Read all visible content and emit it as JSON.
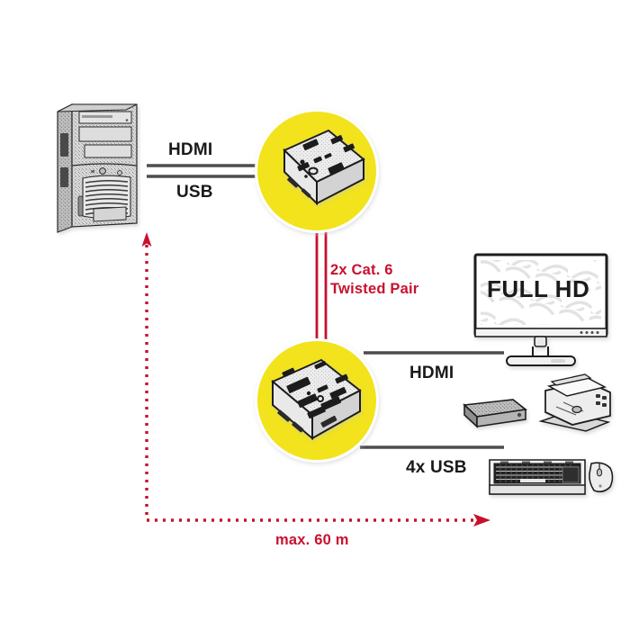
{
  "diagram": {
    "title": "HDMI and USB KVM extender over 2x Cat. 6 twisted pair application diagram",
    "background_color": "#FFFFFF",
    "accent_yellow": "#F2E31C",
    "accent_red": "#C8102E",
    "cable_gray": "#4D4D4D"
  },
  "labels": {
    "hdmi_source": "HDMI",
    "usb_source": "USB",
    "hdmi_destination": "HDMI",
    "usb_destination": "4x USB",
    "cat6_line1": "2x Cat. 6",
    "cat6_line2": "Twisted Pair",
    "max_distance": "max. 60 m",
    "monitor_screen": "FULL HD"
  },
  "nodes": {
    "source_computer": {
      "name": "Computer tower / PC",
      "icon": "desktop-tower-icon"
    },
    "transmitter": {
      "name": "Transmitter unit",
      "icon": "extender-transmitter-icon",
      "highlight_color": "#F2E31C"
    },
    "receiver": {
      "name": "Receiver unit",
      "icon": "extender-receiver-icon",
      "highlight_color": "#F2E31C"
    },
    "monitor": {
      "name": "Full HD monitor",
      "icon": "monitor-icon"
    },
    "external_drive": {
      "name": "External hard drive",
      "icon": "external-hdd-icon"
    },
    "printer": {
      "name": "Inkjet printer",
      "icon": "printer-icon"
    },
    "keyboard": {
      "name": "Keyboard",
      "icon": "keyboard-icon"
    },
    "mouse": {
      "name": "Mouse",
      "icon": "mouse-icon"
    }
  },
  "connections": {
    "pc_to_transmitter": {
      "label_top": "HDMI",
      "label_bottom": "USB",
      "style": "double-solid-gray"
    },
    "transmitter_to_receiver": {
      "label": "2x Cat. 6 Twisted Pair",
      "style": "double-solid-red"
    },
    "receiver_to_monitor": {
      "label": "HDMI",
      "style": "solid-gray"
    },
    "receiver_to_peripherals": {
      "label": "4x USB",
      "style": "solid-gray"
    },
    "distance_measure": {
      "label": "max. 60 m",
      "style": "dotted-red-arrow-both-ends"
    }
  }
}
